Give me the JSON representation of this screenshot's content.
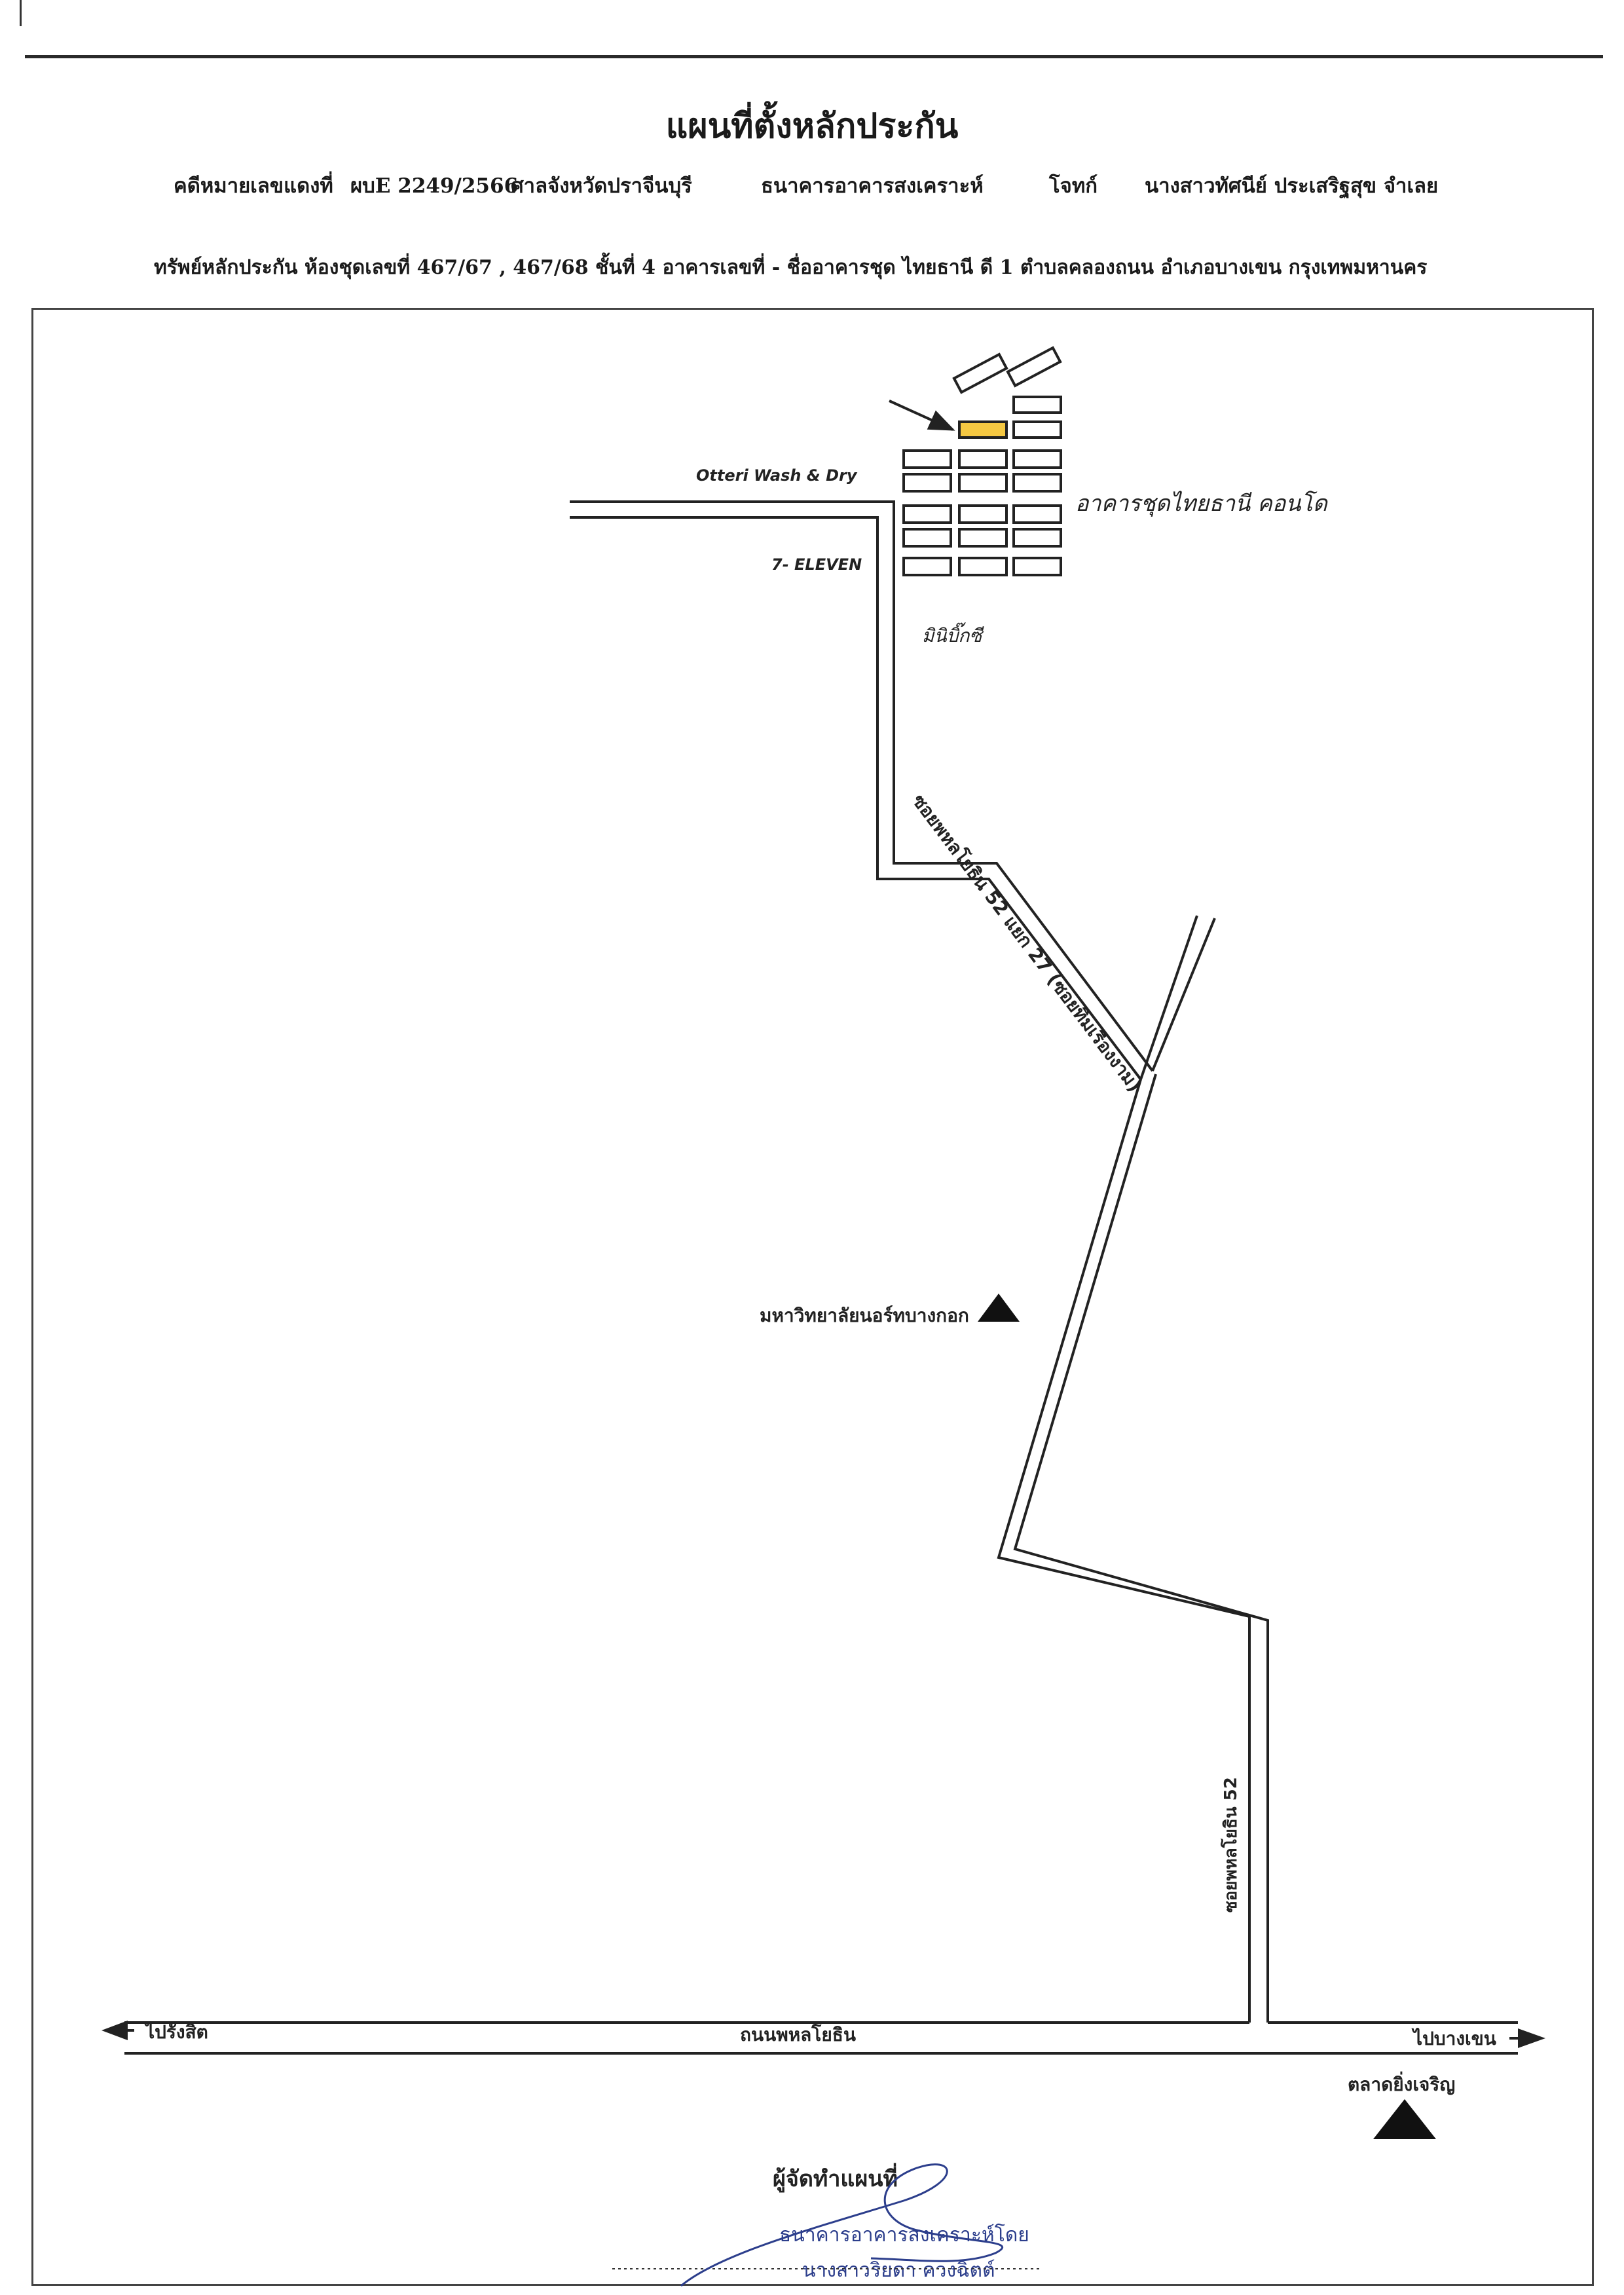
{
  "title": "แผนที่ตั้งหลักประกัน",
  "header": {
    "case_label": "คดีหมายเลขแดงที่",
    "case_number": "ผบE 2249/2566",
    "court": "ศาลจังหวัดปราจีนบุรี",
    "plaintiff": "ธนาคารอาคารสงเคราะห์",
    "plaintiff_role": "โจทก์",
    "defendant": "นางสาวทัศนีย์ ประเสริฐสุข จำเลย",
    "property": "ทรัพย์หลักประกัน ห้องชุดเลขที่ 467/67 , 467/68 ชั้นที่ 4 อาคารเลขที่ - ชื่ออาคารชุด ไทยธานี ดี 1 ตำบลคลองถนน อำเภอบางเขน กรุงเทพมหานคร"
  },
  "map": {
    "condo_label": "อาคารชุดไทยธานี คอนโด",
    "laundry_label": "Otteri Wash & Dry",
    "store_label": "7- ELEVEN",
    "minibigc_label": "มินิบิ๊กซี",
    "soi_label": "ซอยพหลโยธิน 52 แยก 27 (ซอยทิมเรืองงาม)",
    "soi52_label": "ซอยพหลโยธิน 52",
    "university_label": "มหาวิทยาลัยนอร์ทบางกอก",
    "main_road_label": "ถนนพหลโยธิน",
    "left_dir_label": "ไปรังสิต",
    "right_dir_label": "ไปบางเขน",
    "market_label": "ตลาดยิ่งเจริญ",
    "highlight_color": "#f5c842"
  },
  "footer": {
    "maker_label": "ผู้จัดทำแผนที่",
    "org": "ธนาคารอาคารสงเคราะห์โดย",
    "person": "นางสาวริยดา ควงฉิตต์"
  }
}
